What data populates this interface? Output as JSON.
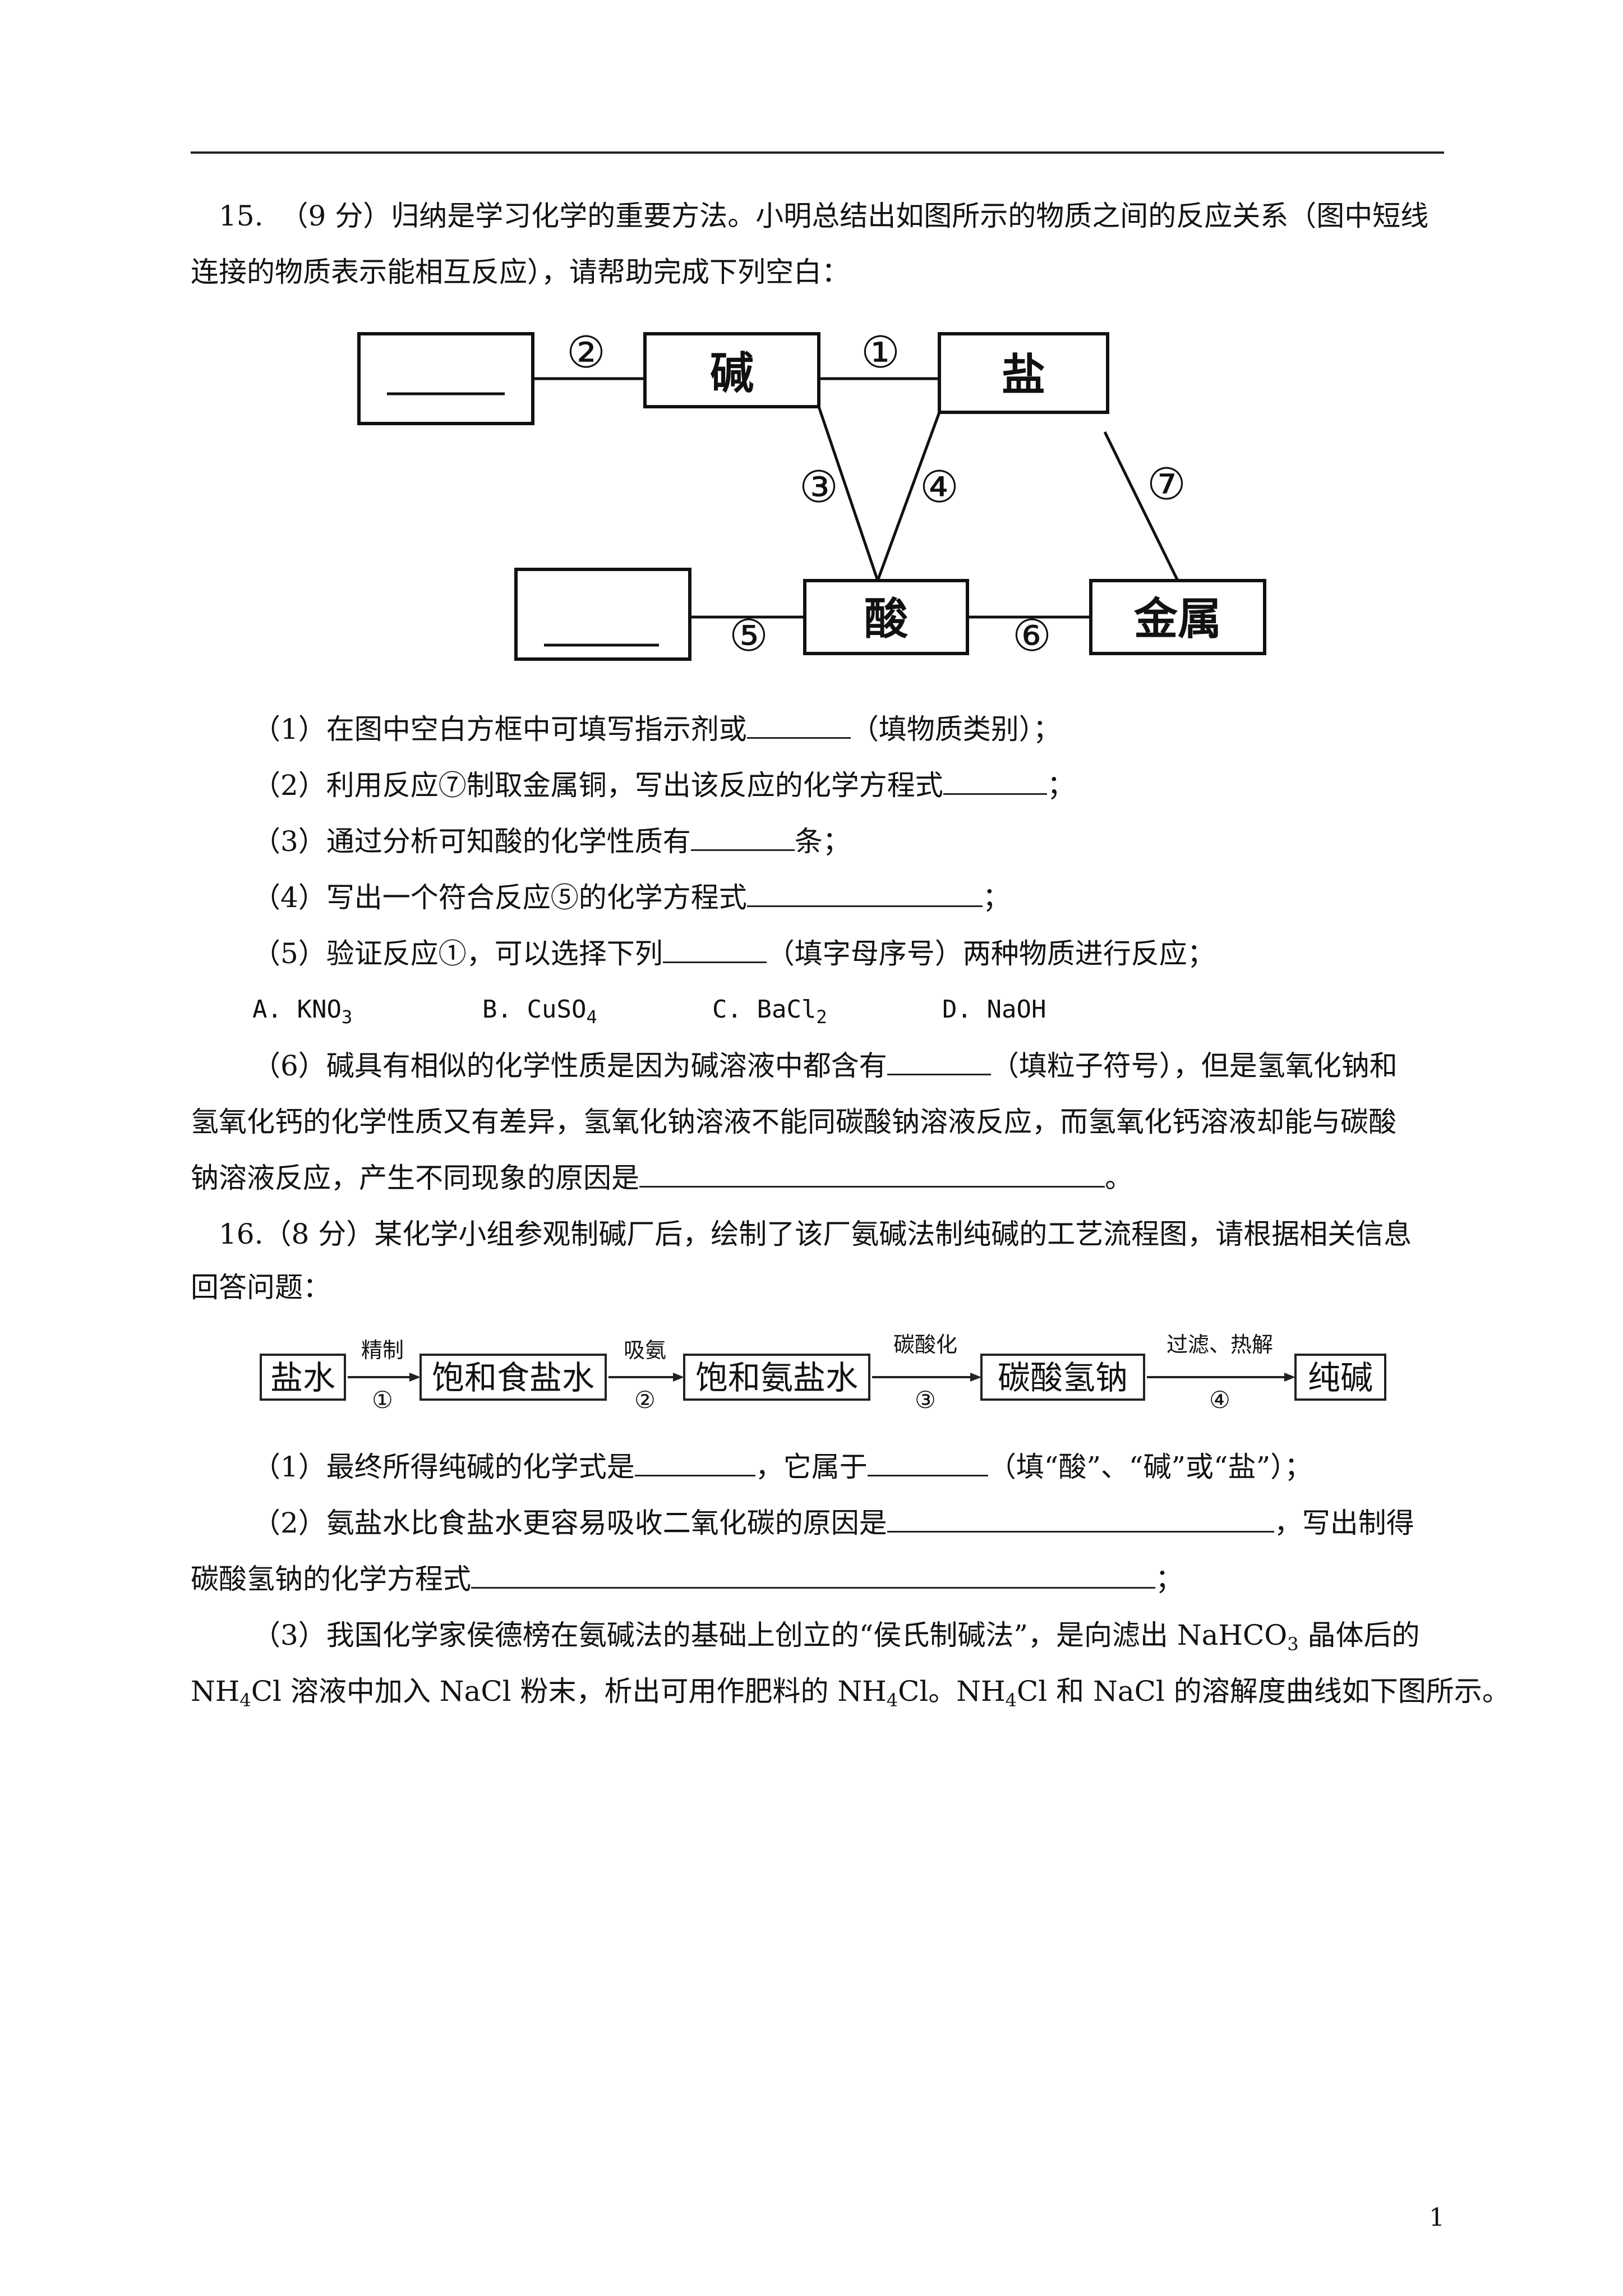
{
  "q15": {
    "number": "15.",
    "stem_1": "（9 分）归纳是学习化学的重要方法。小明总结出如图所示的物质之间的反应关系（图中短线",
    "stem_2": "连接的物质表示能相互反应），请帮助完成下列空白：",
    "diagram": {
      "nodes": {
        "base": "碱",
        "salt": "盐",
        "acid": "酸",
        "metal": "金属"
      },
      "edges": {
        "e1": "①",
        "e2": "②",
        "e3": "③",
        "e4": "④",
        "e5": "⑤",
        "e6": "⑥",
        "e7": "⑦"
      }
    },
    "s1": {
      "a": "（1）在图中空白方框中可填写指示剂或",
      "b": "（填物质类别）；"
    },
    "s2": {
      "a": "（2）利用反应⑦制取金属铜，写出该反应的化学方程式",
      "b": "；"
    },
    "s3": {
      "a": "（3）通过分析可知酸的化学性质有",
      "b": "条；"
    },
    "s4": {
      "a": "（4）写出一个符合反应⑤的化学方程式",
      "b": "；"
    },
    "s5": {
      "a": "（5）验证反应①，可以选择下列",
      "b": "（填字母序号）两种物质进行反应；"
    },
    "options": {
      "A": {
        "label": "A.",
        "formula": "KNO",
        "sub": "3"
      },
      "B": {
        "label": "B.",
        "formula": "CuSO",
        "sub": "4"
      },
      "C": {
        "label": "C.",
        "formula": "BaCl",
        "sub": "2"
      },
      "D": {
        "label": "D.",
        "formula": "NaOH"
      }
    },
    "s6": {
      "a": "（6）碱具有相似的化学性质是因为碱溶液中都含有",
      "b": "（填粒子符号），但是氢氧化钠和",
      "c": "氢氧化钙的化学性质又有差异，氢氧化钠溶液不能同碳酸钠溶液反应，而氢氧化钙溶液却能与碳酸",
      "d": "钠溶液反应，产生不同现象的原因是",
      "e": "。"
    }
  },
  "q16": {
    "number": "16.",
    "stem_1": "（8 分）某化学小组参观制碱厂后，绘制了该厂氨碱法制纯碱的工艺流程图，请根据相关信息",
    "stem_2": "回答问题：",
    "flow": {
      "boxes": [
        "盐水",
        "饱和食盐水",
        "饱和氨盐水",
        "碳酸氢钠",
        "纯碱"
      ],
      "steps": [
        {
          "top": "精制",
          "num": "①"
        },
        {
          "top": "吸氨",
          "num": "②"
        },
        {
          "top": "碳酸化",
          "num": "③"
        },
        {
          "top": "过滤、热解",
          "num": "④"
        }
      ]
    },
    "s1": {
      "a": "（1）最终所得纯碱的化学式是",
      "b": "，它属于",
      "c": "（填“酸”、“碱”或“盐”）；"
    },
    "s2": {
      "a": "（2）氨盐水比食盐水更容易吸收二氧化碳的原因是",
      "b": "，写出制得",
      "c": "碳酸氢钠的化学方程式",
      "d": "；"
    },
    "s3": {
      "a": "（3）我国化学家侯德榜在氨碱法的基础上创立的“侯氏制碱法”，是向滤出 NaHCO",
      "a_sub": "3",
      "b": " 晶体后的",
      "c1": "NH",
      "c1_sub": "4",
      "c2": "Cl 溶液中加入 NaCl 粉末，析出可用作肥料的 NH",
      "c2_sub": "4",
      "c3": "Cl。NH",
      "c3_sub": "4",
      "c4": "Cl 和 NaCl 的溶解度曲线如下图所示。"
    }
  },
  "page_number": "1"
}
